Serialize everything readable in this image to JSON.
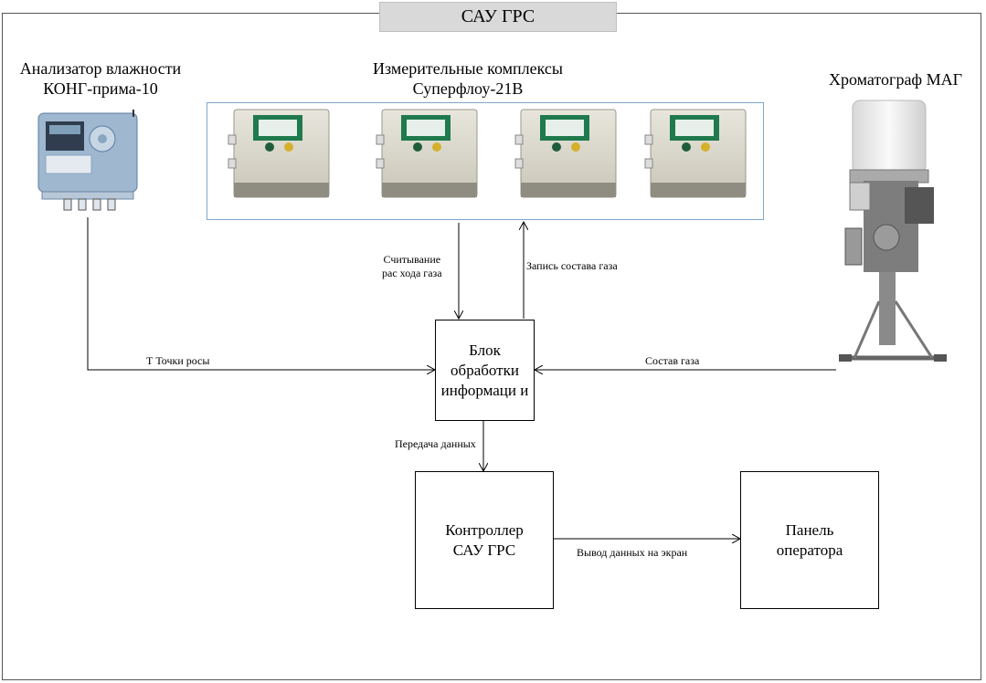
{
  "title": "САУ ГРС",
  "devices": {
    "humidity_analyzer": {
      "line1": "Анализатор влажности",
      "line2": "КОНГ-прима-10"
    },
    "flow_meters": {
      "line1": "Измерительные комплексы",
      "line2": "Суперфлоу-21В",
      "count": 4
    },
    "chromatograph": {
      "label": "Хроматограф МАГ"
    }
  },
  "blocks": {
    "processing": "Блок обработки информаци и",
    "controller": "Контроллер САУ ГРС",
    "operator_panel": "Панель оператора"
  },
  "edges": {
    "flow_read_line1": "Считывание",
    "flow_read_line2": "рас хода газа",
    "gas_write": "Запись состава газа",
    "dew_point": "Т Точки росы",
    "gas_composition": "Состав газа",
    "data_transfer": "Передача данных",
    "screen_output": "Вывод данных на экран"
  }
}
